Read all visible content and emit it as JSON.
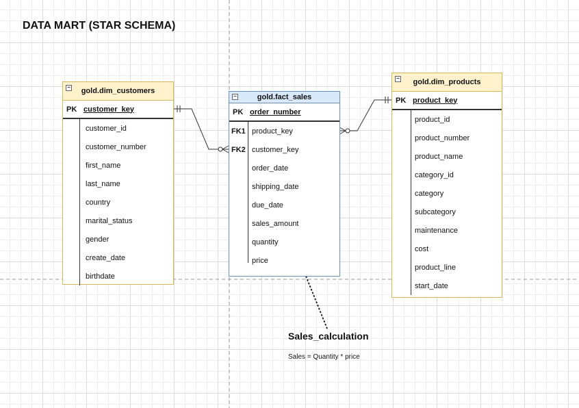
{
  "title": "DATA MART (STAR SCHEMA)",
  "colors": {
    "dim_fill": "#fff2cc",
    "dim_border": "#d6b656",
    "fact_fill": "#dae8fc",
    "fact_border": "#6c8ebf",
    "connector": "#333333"
  },
  "dim_customers": {
    "name": "gold.dim_customers",
    "pk_label": "PK",
    "pk_field": "customer_key",
    "fields": [
      "customer_id",
      "customer_number",
      "first_name",
      "last_name",
      "country",
      "marital_status",
      "gender",
      "create_date",
      "birthdate"
    ]
  },
  "fact_sales": {
    "name": "gold.fact_sales",
    "pk_label": "PK",
    "pk_field": "order_number",
    "rows": [
      {
        "key": "FK1",
        "field": "product_key"
      },
      {
        "key": "FK2",
        "field": "customer_key"
      },
      {
        "key": "",
        "field": "order_date"
      },
      {
        "key": "",
        "field": "shipping_date"
      },
      {
        "key": "",
        "field": "due_date"
      },
      {
        "key": "",
        "field": "sales_amount"
      },
      {
        "key": "",
        "field": "quantity"
      },
      {
        "key": "",
        "field": "price"
      }
    ]
  },
  "dim_products": {
    "name": "gold.dim_products",
    "pk_label": "PK",
    "pk_field": "product_key",
    "fields": [
      "product_id",
      "product_number",
      "product_name",
      "category_id",
      "category",
      "subcategory",
      "maintenance",
      "cost",
      "product_line",
      "start_date"
    ]
  },
  "note": {
    "title": "Sales_calculation",
    "text": "Sales = Quantity * price"
  }
}
